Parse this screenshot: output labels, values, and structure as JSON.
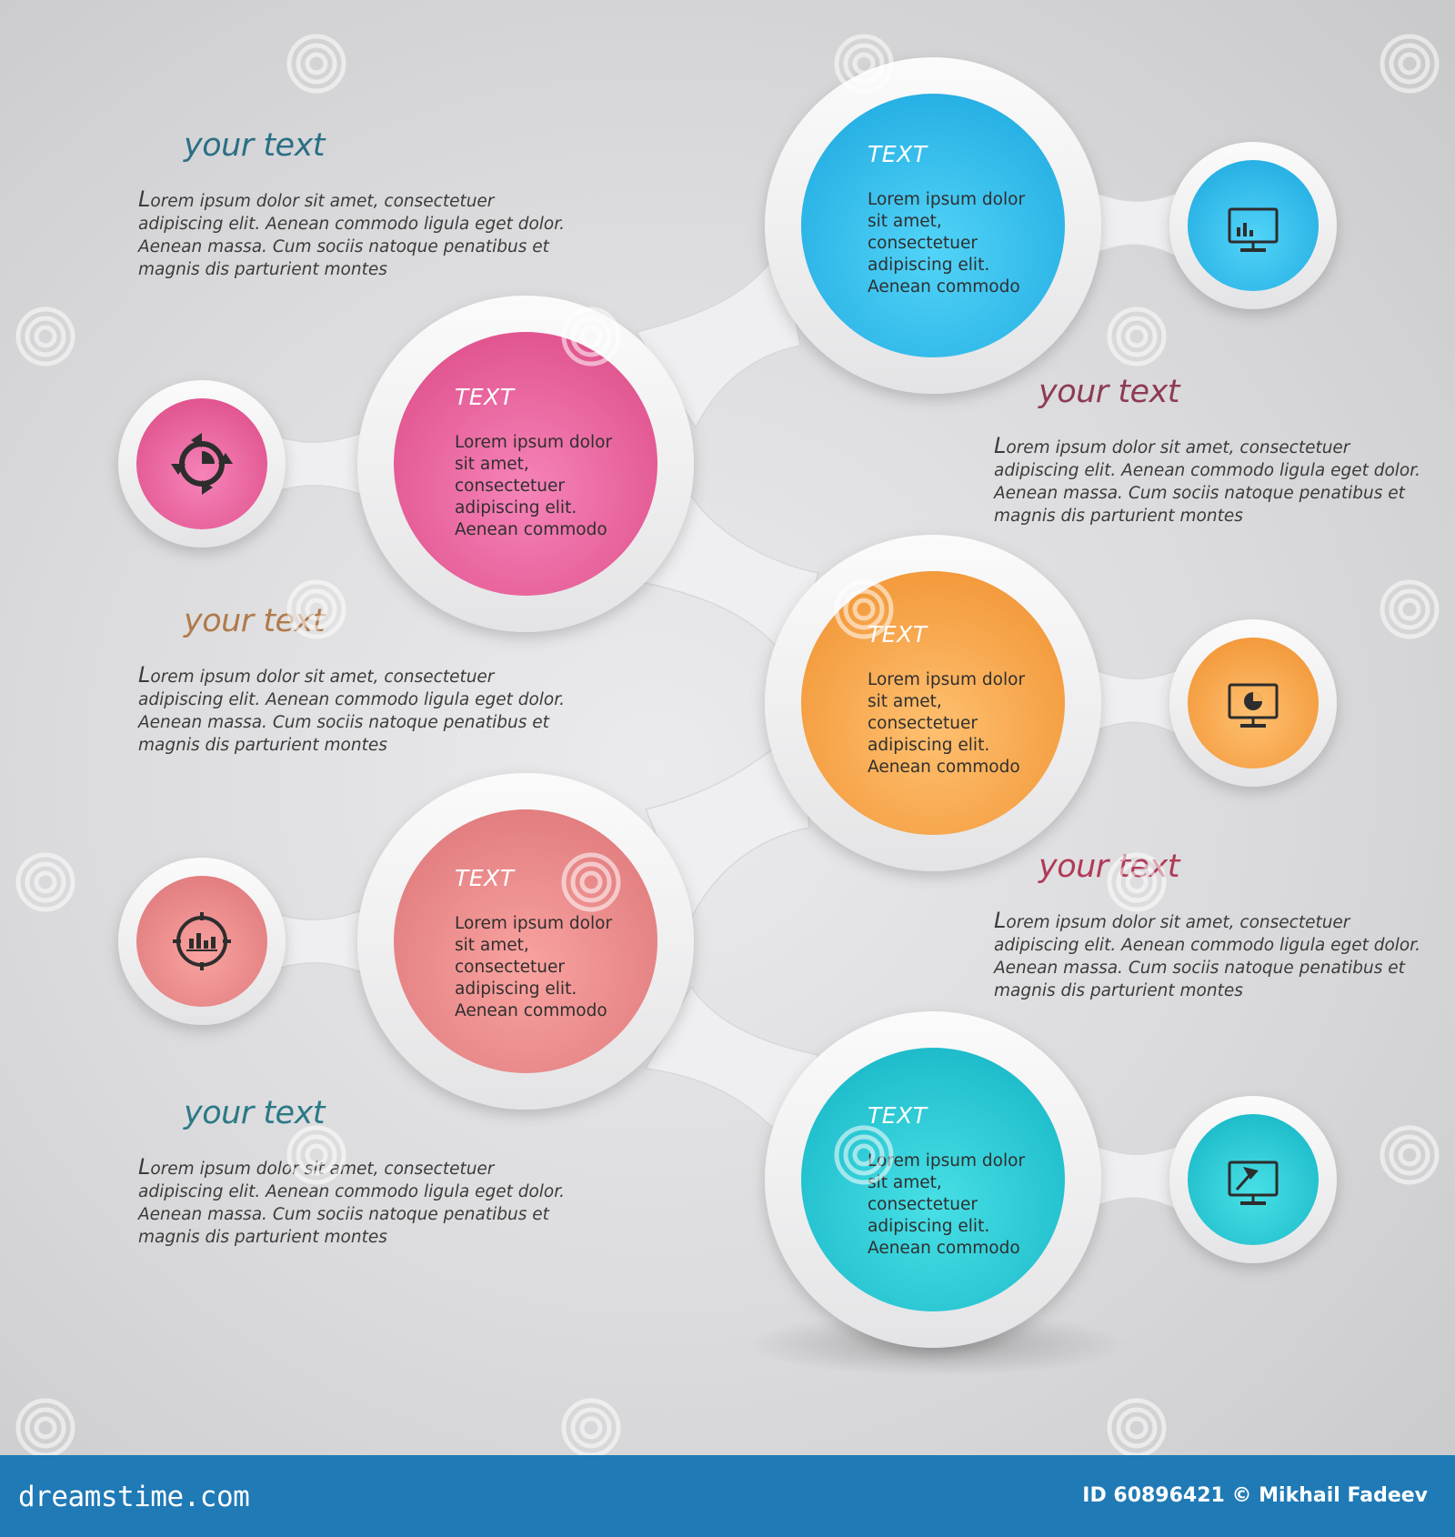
{
  "colors": {
    "heading_blue": "#2a6f86",
    "heading_maroon": "#8e3b55",
    "heading_brown": "#b07a4a",
    "heading_red": "#b03a56",
    "heading_teal": "#2a7a86",
    "accent_blue": "#27b0e4",
    "accent_pink": "#e1558f",
    "accent_orange": "#f39a3c",
    "accent_salmon": "#e27e80",
    "accent_teal": "#1ebccb",
    "footer": "#1f7ab6"
  },
  "side_blocks": [
    {
      "heading": "your text",
      "color": "#2a6f86",
      "lines": [
        "Lorem ipsum dolor sit amet, consectetuer",
        "adipiscing elit. Aenean commodo ligula eget dolor.",
        "Aenean massa. Cum sociis natoque penatibus et",
        "magnis dis parturient montes"
      ]
    },
    {
      "heading": "your text",
      "color": "#8e3b55",
      "lines": [
        "Lorem ipsum dolor sit amet, consectetuer",
        "adipiscing elit. Aenean commodo ligula eget dolor.",
        "Aenean massa. Cum sociis natoque penatibus et",
        "magnis dis parturient montes"
      ]
    },
    {
      "heading": "your text",
      "color": "#b07a4a",
      "lines": [
        "Lorem ipsum dolor sit amet, consectetuer",
        "adipiscing elit. Aenean commodo ligula eget dolor.",
        "Aenean massa. Cum sociis natoque penatibus et",
        "magnis dis parturient montes"
      ]
    },
    {
      "heading": "your text",
      "color": "#b03a56",
      "lines": [
        "Lorem ipsum dolor sit amet, consectetuer",
        "adipiscing elit. Aenean commodo ligula eget dolor.",
        "Aenean massa. Cum sociis natoque penatibus et",
        "magnis dis parturient montes"
      ]
    },
    {
      "heading": "your text",
      "color": "#2a7a86",
      "lines": [
        "Lorem ipsum dolor sit amet, consectetuer",
        "adipiscing elit. Aenean commodo ligula eget dolor.",
        "Aenean massa. Cum sociis natoque penatibus et",
        "magnis dis parturient montes"
      ]
    }
  ],
  "circles": [
    {
      "title": "TEXT",
      "color": "blue",
      "icon": "monitor-bar-chart-icon",
      "lines": [
        "Lorem ipsum dolor",
        "sit amet,",
        "consectetuer",
        "adipiscing elit.",
        "Aenean commodo"
      ]
    },
    {
      "title": "TEXT",
      "color": "pink",
      "icon": "cycle-arrows-icon",
      "lines": [
        "Lorem ipsum dolor",
        "sit amet,",
        "consectetuer",
        "adipiscing elit.",
        "Aenean commodo"
      ]
    },
    {
      "title": "TEXT",
      "color": "orange",
      "icon": "monitor-pie-chart-icon",
      "lines": [
        "Lorem ipsum dolor",
        "sit amet,",
        "consectetuer",
        "adipiscing elit.",
        "Aenean commodo"
      ]
    },
    {
      "title": "TEXT",
      "color": "salmon",
      "icon": "target-chart-icon",
      "lines": [
        "Lorem ipsum dolor",
        "sit amet,",
        "consectetuer",
        "adipiscing elit.",
        "Aenean commodo"
      ]
    },
    {
      "title": "TEXT",
      "color": "teal",
      "icon": "monitor-pointer-icon",
      "lines": [
        "Lorem ipsum dolor",
        "sit amet,",
        "consectetuer",
        "adipiscing elit.",
        "Aenean commodo"
      ]
    }
  ],
  "footer": {
    "logo": "dreamstime.com",
    "credit": "ID 60896421 © Mikhail Fadeev"
  }
}
